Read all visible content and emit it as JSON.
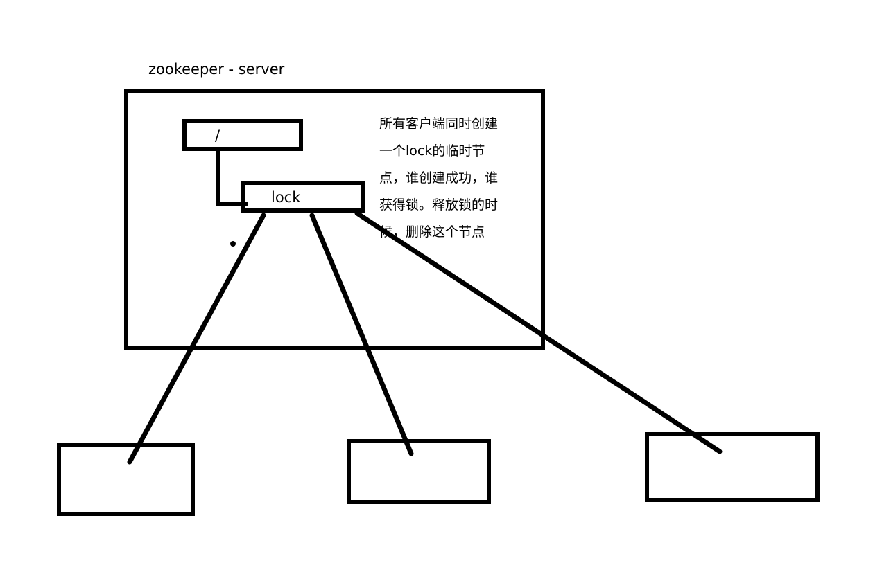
{
  "diagram": {
    "server_label": "zookeeper - server",
    "root_node_label": "/",
    "lock_node_label": "lock",
    "note_lines": [
      "所有客户端同时创建",
      "一个lock的临时节",
      "点，谁创建成功，谁",
      "获得锁。释放锁的时",
      "候，删除这个节点"
    ],
    "client_count": 3,
    "stroke_color": "#000000",
    "background_color": "#ffffff"
  }
}
